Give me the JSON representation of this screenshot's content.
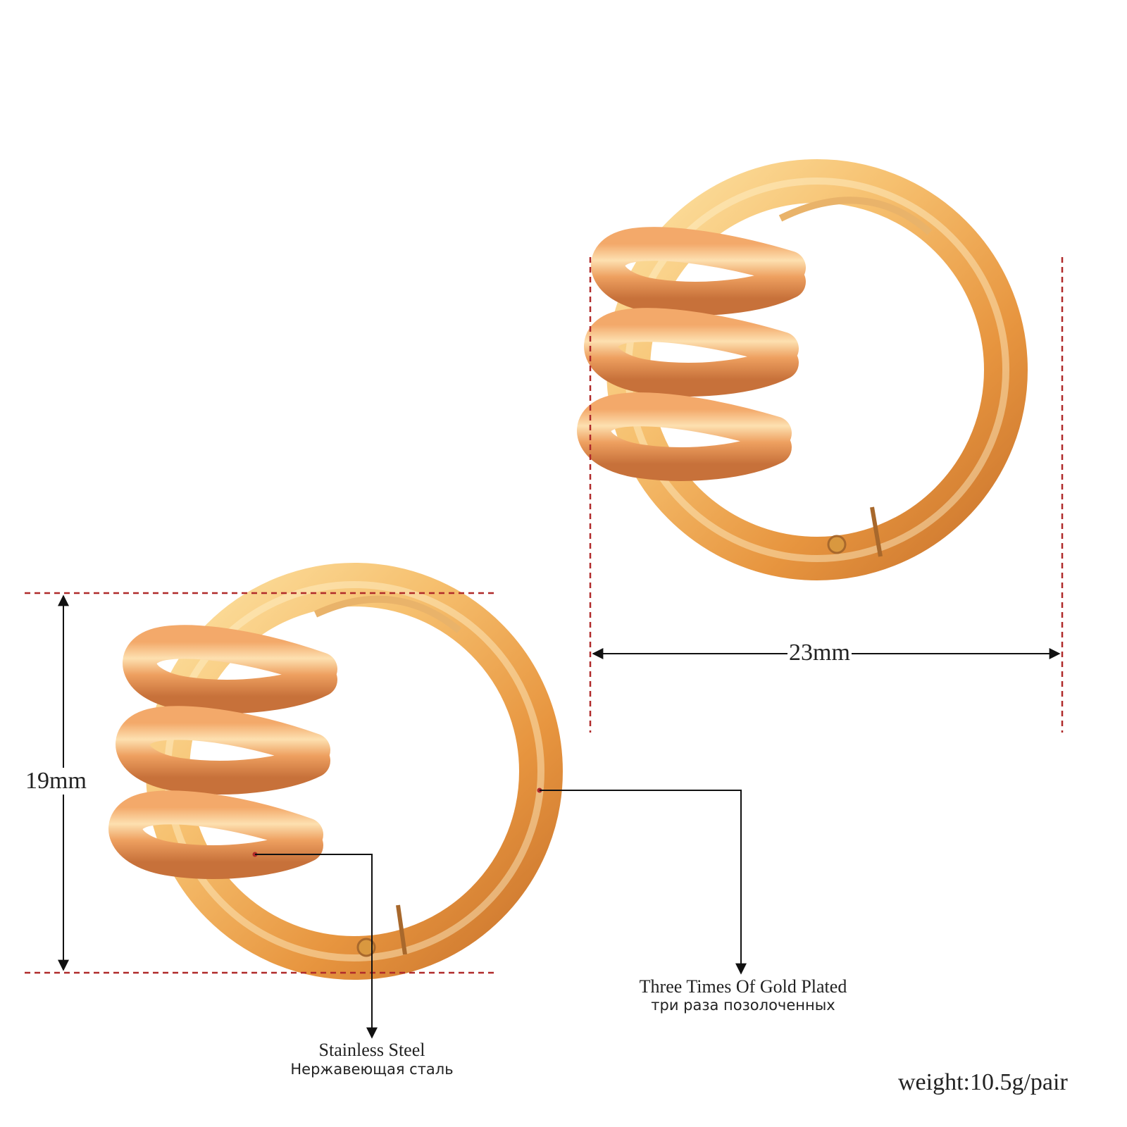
{
  "dimensions": {
    "height_label": "19mm",
    "width_label": "23mm"
  },
  "materials": {
    "stainless_en": "Stainless Steel",
    "stainless_ru": "Нержавеющая сталь",
    "plating_en": "Three Times Of Gold Plated",
    "plating_ru": "три раза позолоченных"
  },
  "weight_label": "weight:10.5g/pair",
  "colors": {
    "background": "#ffffff",
    "gold_light": "#fde3a4",
    "gold_mid": "#f2b45e",
    "gold_dark": "#c9732c",
    "guide_red": "#b02a2a",
    "leader_black": "#111111"
  }
}
